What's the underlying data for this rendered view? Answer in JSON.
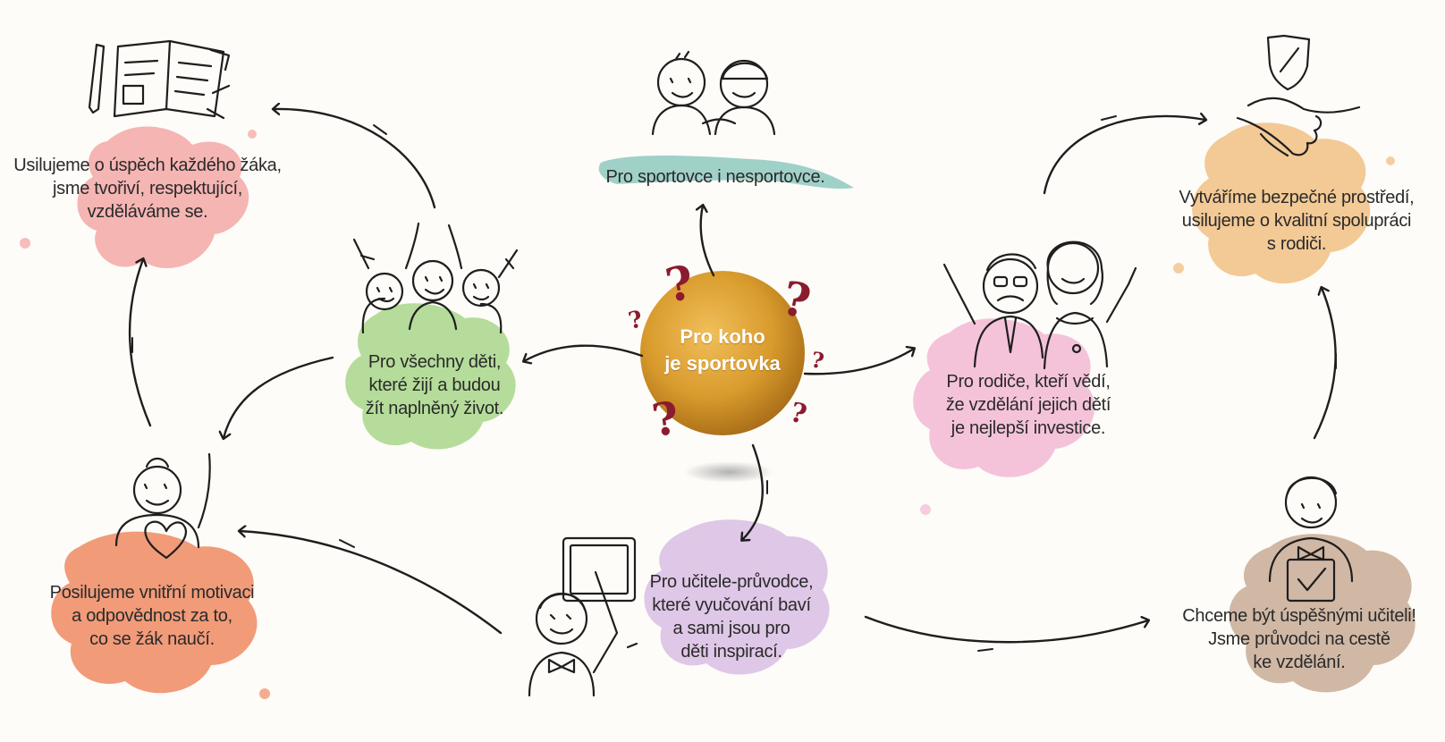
{
  "center": {
    "lines": [
      "Pro koho",
      "je sportovka"
    ]
  },
  "nodes": {
    "achievement": {
      "lines": [
        "Usilujeme o úspěch každého žáka,",
        "jsme tvořiví, respektující,",
        "vzděláváme se."
      ]
    },
    "sportsmen": {
      "lines": [
        "Pro sportovce i nesportovce."
      ]
    },
    "safe_env": {
      "lines": [
        "Vytváříme bezpečné prostředí,",
        "usilujeme o kvalitní spolupráci",
        "s rodiči."
      ]
    },
    "all_children": {
      "lines": [
        "Pro všechny děti,",
        "které žijí a budou",
        "žít naplněný život."
      ]
    },
    "parents": {
      "lines": [
        "Pro rodiče, kteří vědí,",
        "že vzdělání jejich dětí",
        "je nejlepší investice."
      ]
    },
    "motivation": {
      "lines": [
        "Posilujeme vnitřní motivaci",
        "a odpovědnost za to,",
        "co se žák naučí."
      ]
    },
    "teachers": {
      "lines": [
        "Pro učitele-průvodce,",
        "které vyučování baví",
        "a sami jsou pro",
        "děti inspirací."
      ]
    },
    "success": {
      "lines": [
        "Chceme být úspěšnými učiteli!",
        "Jsme průvodci na cestě",
        "ke vzdělání."
      ]
    }
  },
  "colors": {
    "achievement_splash": "#f3a3a1",
    "sportsmen_splash": "#8fc9c0",
    "safe_env_splash": "#f0bb7c",
    "all_children_splash": "#a8d68a",
    "parents_splash": "#f2b8d3",
    "motivation_splash": "#ef8a63",
    "teachers_splash": "#d9bde4",
    "success_splash": "#c8ab97",
    "center_ball": "#d89a2c",
    "question_marks": "#8b1b2e"
  },
  "icons": {
    "achievement": "book-and-pencil-icon",
    "sportsmen": "two-kids-icon",
    "safe_env": "handshake-shield-icon",
    "all_children": "cheering-children-icon",
    "parents": "parents-icon",
    "motivation": "child-with-heart-icon",
    "teachers": "teacher-at-board-icon",
    "success": "teacher-with-checkmark-icon"
  },
  "question_mark": "?"
}
